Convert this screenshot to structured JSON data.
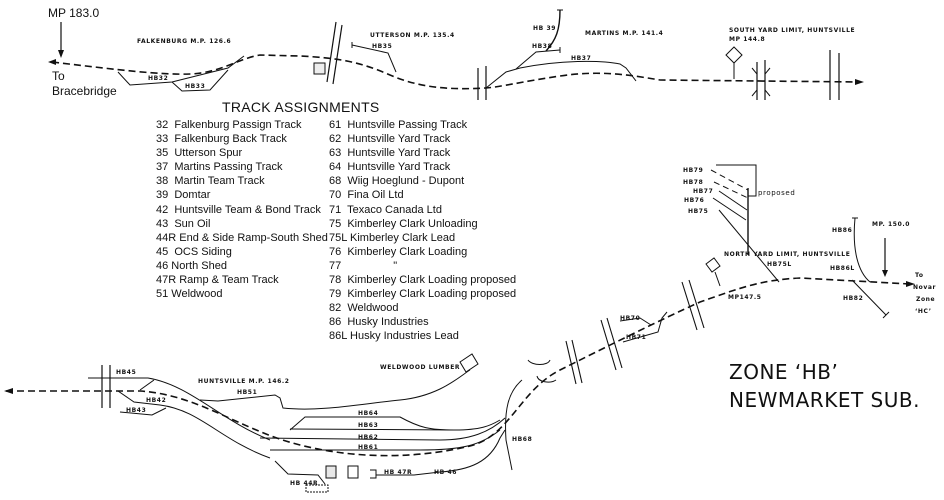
{
  "title": {
    "zone": "ZONE ‘HB’",
    "subdivision": "NEWMARKET SUB."
  },
  "mileposts": {
    "west_end": "MP 183.0",
    "east_end": "MP. 150.0",
    "north_yard": "MP147.5"
  },
  "directions": {
    "west_line1": "To",
    "west_line2": "Bracebridge",
    "east_line1": "To",
    "east_line2": "Novar",
    "east_line3": "Zone",
    "east_line4": "‘HC’"
  },
  "stations": {
    "falkenburg": "FALKENBURG  M.P. 126.6",
    "utterson": "UTTERSON  M.P. 135.4",
    "martins": "MARTINS  M.P. 141.4",
    "south_yard_limit_1": "SOUTH YARD LIMIT, HUNTSVILLE",
    "south_yard_limit_2": "MP 144.8",
    "north_yard_limit": "NORTH YARD LIMIT, HUNTSVILLE",
    "huntsville": "HUNTSVILLE  M.P. 146.2",
    "weldwood_lumber": "WELDWOOD LUMBER"
  },
  "track_labels": {
    "hb32": "HB32",
    "hb33": "HB33",
    "hb35": "HB35",
    "hb37": "HB37",
    "hb38": "HB38",
    "hb39": "HB 39",
    "hb42": "HB42",
    "hb43": "HB43",
    "hb44r": "HB 44R",
    "hb45": "HB45",
    "hb46": "HB 46",
    "hb47r": "HB 47R",
    "hb51": "HB51",
    "hb61": "HB61",
    "hb62": "HB62",
    "hb63": "HB63",
    "hb64": "HB64",
    "hb68": "HB68",
    "hb70": "HB70",
    "hb71": "HB71",
    "hb75": "HB75",
    "hb75l": "HB75L",
    "hb76": "HB76",
    "hb77": "HB77",
    "hb78": "HB78",
    "hb79": "HB79",
    "hb82": "HB82",
    "hb86": "HB86",
    "hb86l": "HB86L",
    "proposed": "proposed"
  },
  "legend": {
    "title": "TRACK ASSIGNMENTS",
    "column1": [
      "32  Falkenburg Passign Track",
      "33  Falkenburg Back Track",
      "35  Utterson Spur",
      "37  Martins Passing Track",
      "38  Martin Team Track",
      "39  Domtar",
      "42  Huntsville Team & Bond Track",
      "43  Sun Oil",
      "44R End & Side Ramp-South Shed",
      "45  OCS Siding",
      "46 North Shed",
      "47R Ramp & Team Track",
      "51 Weldwood"
    ],
    "column2": [
      "61  Huntsville Passing Track",
      "62  Huntsville Yard Track",
      "63  Huntsville Yard Track",
      "64  Huntsville Yard Track",
      "68  Wiig Hoeglund - Dupont",
      "70  Fina Oil Ltd",
      "71  Texaco Canada Ltd",
      "75  Kimberley Clark Unloading",
      "75L Kimberley Clark Lead",
      "76  Kimberley Clark Loading",
      "77                 \"",
      "78  Kimberley Clark Loading proposed",
      "79  Kimberley Clark Loading proposed",
      "82  Weldwood",
      "86  Husky Industries",
      "86L Husky Industries Lead"
    ]
  }
}
